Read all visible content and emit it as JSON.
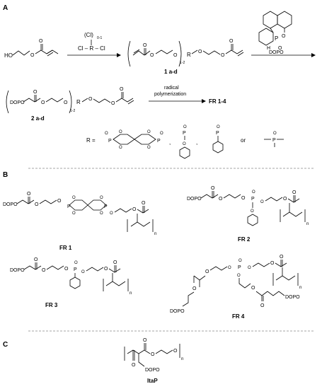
{
  "panels": {
    "a": "A",
    "b": "B",
    "c": "C"
  },
  "scheme_a": {
    "reagent_top": "(Cl)",
    "reagent_top_sub": "0-1",
    "reagent_bottom": "Cl – R – Cl",
    "ho_label": "HO",
    "dopo_label": "DOPO",
    "dopo_ph": "P",
    "dopo_h": "H",
    "dopo_o": "O",
    "product1_label": "1 a-d",
    "product2_label": "2 a-d",
    "sub_12a": "1-2",
    "sub_12b": "1-2",
    "r_label_a": "R",
    "r_label_b": "R",
    "arrow2_top": "radical",
    "arrow2_bottom": "polymerization",
    "product3": "FR 1-4",
    "dopo_in_chain": "DOPO",
    "r_def": "R  =",
    "or_word": "or",
    "comma1": ",",
    "comma2": ","
  },
  "scheme_b": {
    "fr1": "FR 1",
    "fr2": "FR 2",
    "fr3": "FR 3",
    "fr4": "FR 4",
    "dopo1": "DOPO",
    "dopo2": "DOPO",
    "dopo3": "DOPO",
    "dopo4a": "DOPO",
    "dopo4b": "DOPO",
    "n": "n"
  },
  "scheme_c": {
    "itap": "ItaP",
    "dopo": "DOPO",
    "n": "n"
  }
}
